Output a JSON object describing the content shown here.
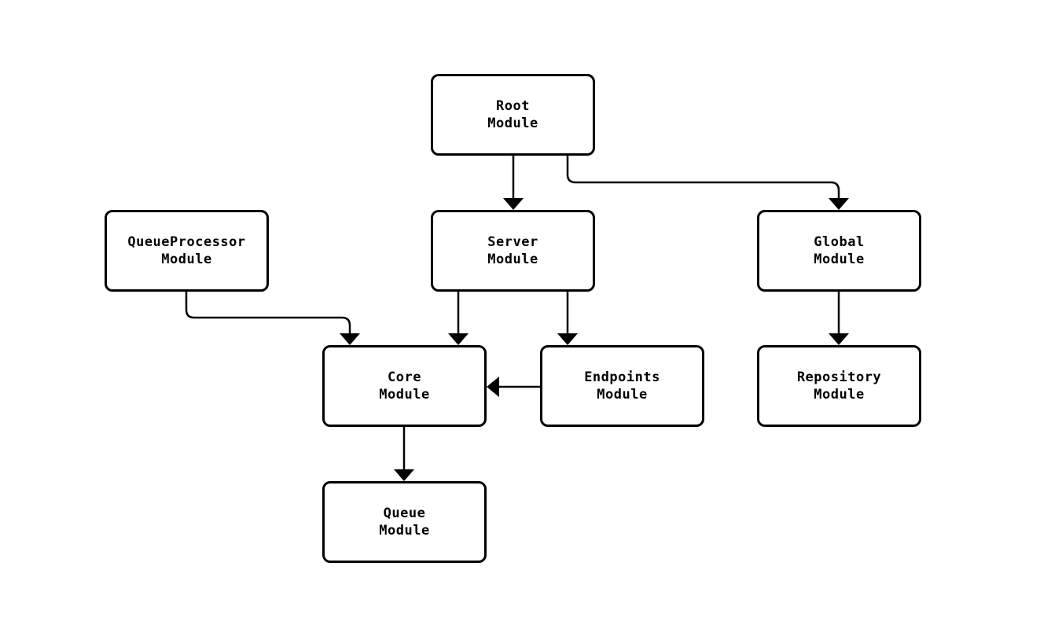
{
  "diagram": {
    "type": "module-dependency-flowchart",
    "background_color": "#ffffff",
    "node_fill_color": "#ffffff",
    "node_border_color": "#000000",
    "edge_color": "#000000",
    "text_color": "#000000"
  },
  "nodes": [
    {
      "id": "root",
      "label": "Root\nModule"
    },
    {
      "id": "queueprocessor",
      "label": "QueueProcessor\nModule"
    },
    {
      "id": "server",
      "label": "Server\nModule"
    },
    {
      "id": "global",
      "label": "Global\nModule"
    },
    {
      "id": "core",
      "label": "Core\nModule"
    },
    {
      "id": "endpoints",
      "label": "Endpoints\nModule"
    },
    {
      "id": "repository",
      "label": "Repository\nModule"
    },
    {
      "id": "queue",
      "label": "Queue\nModule"
    }
  ],
  "edges": [
    {
      "from": "Root Module",
      "to": "Server Module"
    },
    {
      "from": "Root Module",
      "to": "Global Module"
    },
    {
      "from": "QueueProcessor Module",
      "to": "Core Module"
    },
    {
      "from": "Server Module",
      "to": "Core Module"
    },
    {
      "from": "Server Module",
      "to": "Endpoints Module"
    },
    {
      "from": "Endpoints Module",
      "to": "Core Module"
    },
    {
      "from": "Global Module",
      "to": "Repository Module"
    },
    {
      "from": "Core Module",
      "to": "Queue Module"
    }
  ]
}
